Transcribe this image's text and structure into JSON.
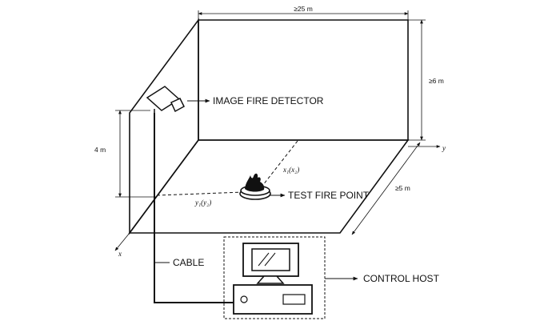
{
  "labels": {
    "detector": "IMAGE FIRE DETECTOR",
    "test_fire_point": "TEST FIRE POINT",
    "cable": "CABLE",
    "control_host": "CONTROL HOST"
  },
  "dimensions": {
    "length": "≥25 m",
    "height": "≥6 m",
    "width": "≥5 m",
    "detector_height": "4 m"
  },
  "axes": {
    "x": "x",
    "y": "y"
  },
  "coordinates": {
    "x_label": "x₁(x₂)",
    "y_label": "y₁(y₂)"
  },
  "colors": {
    "line": "#111111",
    "background": "#ffffff"
  }
}
